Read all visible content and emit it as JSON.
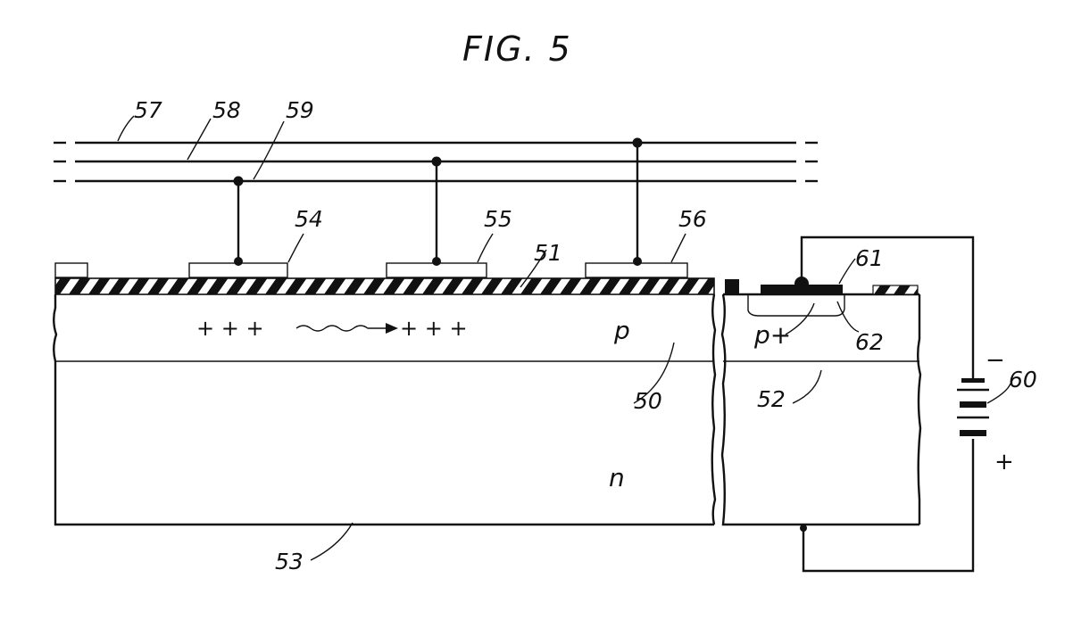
{
  "figure": {
    "title": "FIG. 5",
    "refs": {
      "r50": "50",
      "r51": "51",
      "r52": "52",
      "r53": "53",
      "r54": "54",
      "r55": "55",
      "r56": "56",
      "r57": "57",
      "r58": "58",
      "r59": "59",
      "r60": "60",
      "r61": "61",
      "r62": "62"
    },
    "regions": {
      "p": "p",
      "n": "n",
      "p_plus": "p+"
    },
    "charges_left": "+ + +",
    "charges_right": "+ + +",
    "battery_minus": "−",
    "battery_plus": "+"
  }
}
